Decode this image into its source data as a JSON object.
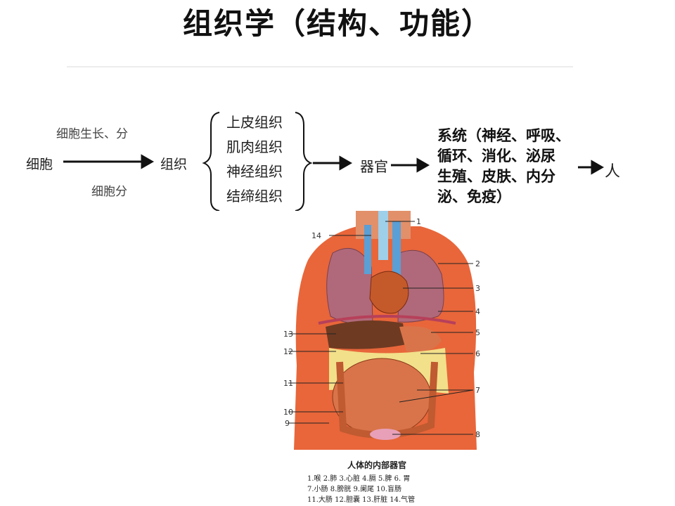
{
  "title": "组织学（结构、功能）",
  "flow": {
    "cell": "细胞",
    "above_arrow": "细胞生长、分",
    "below_arrow": "细胞分",
    "tissue": "组织",
    "tissue_types": [
      "上皮组织",
      "肌肉组织",
      "神经组织",
      "结缔组织"
    ],
    "organ": "器官",
    "systems_lines": [
      "系统（神经、呼吸、",
      "循环、消化、泌尿",
      "生殖、皮肤、内分",
      "泌、免疫）"
    ],
    "human": "人"
  },
  "figure": {
    "numbers": [
      "1",
      "2",
      "3",
      "4",
      "5",
      "6",
      "7",
      "8",
      "9",
      "10",
      "11",
      "12",
      "13",
      "14"
    ],
    "caption": "人体的内部器官",
    "legend_lines": [
      "1.喉  2.肺  3.心脏  4.膈  5.脾  6.  胃",
      "7.小肠  8.膀胱  9.阑尾  10.盲肠",
      "11.大肠  12.胆囊  13.肝脏  14.气管"
    ]
  },
  "colors": {
    "body": "#e8663a",
    "lung": "#b0697a",
    "heart": "#c45a2a",
    "vessel": "#5a9fd6",
    "liver": "#6e3a22",
    "intestine": "#d9744a",
    "fat": "#f2e08a"
  }
}
